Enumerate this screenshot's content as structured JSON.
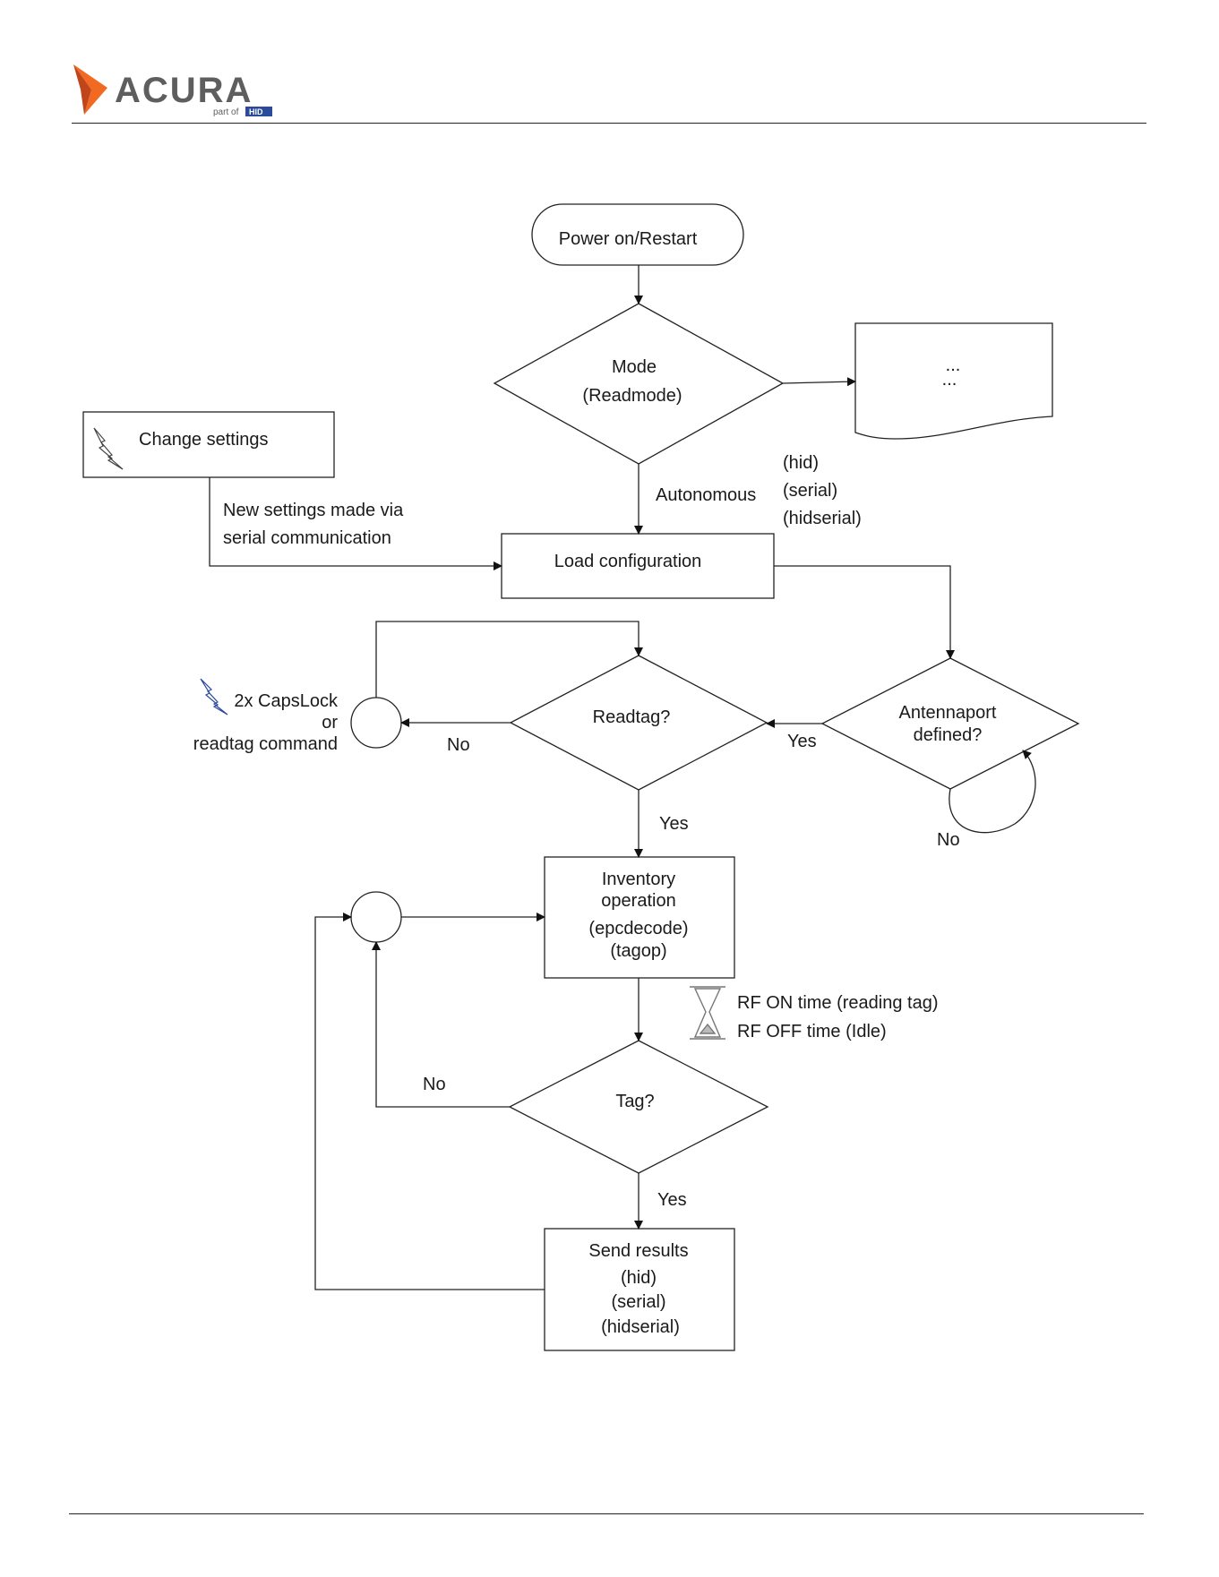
{
  "header": {
    "logo_text": "ACURA",
    "logo_sub": "part of",
    "logo_badge": "HID",
    "colors": {
      "arrow_orange": "#f26a21",
      "arrow_dark": "#c0451a",
      "logo_grey": "#5e5e5e",
      "badge_blue": "#2b4a9c"
    }
  },
  "diagram": {
    "nodes": {
      "power": "Power on/Restart",
      "mode_1": "Mode",
      "mode_2": "(Readmode)",
      "doc_1": "...",
      "doc_2": "...",
      "change_settings": "Change settings",
      "load_config": "Load configuration",
      "readtag": "Readtag?",
      "antenna_1": "Antennaport",
      "antenna_2": "defined?",
      "inventory_1": "Inventory",
      "inventory_2": "operation",
      "inventory_3": "(epcdecode)",
      "inventory_4": "(tagop)",
      "tag": "Tag?",
      "send_1": "Send results",
      "send_2": "(hid)",
      "send_3": "(serial)",
      "send_4": "(hidserial)"
    },
    "labels": {
      "autonomous": "Autonomous",
      "modes_1": "(hid)",
      "modes_2": "(serial)",
      "modes_3": "(hidserial)",
      "new_settings_1": "New settings made via",
      "new_settings_2": "serial communication",
      "capslock_1": "2x CapsLock",
      "capslock_2": "or",
      "capslock_3": "readtag command",
      "readtag_no": "No",
      "readtag_yes": "Yes",
      "antenna_yes": "Yes",
      "antenna_no": "No",
      "rf_on": "RF ON time (reading tag)",
      "rf_off": "RF OFF time (Idle)",
      "tag_no": "No",
      "tag_yes": "Yes"
    },
    "icons": [
      "lightning-icon",
      "hourglass-icon"
    ]
  }
}
